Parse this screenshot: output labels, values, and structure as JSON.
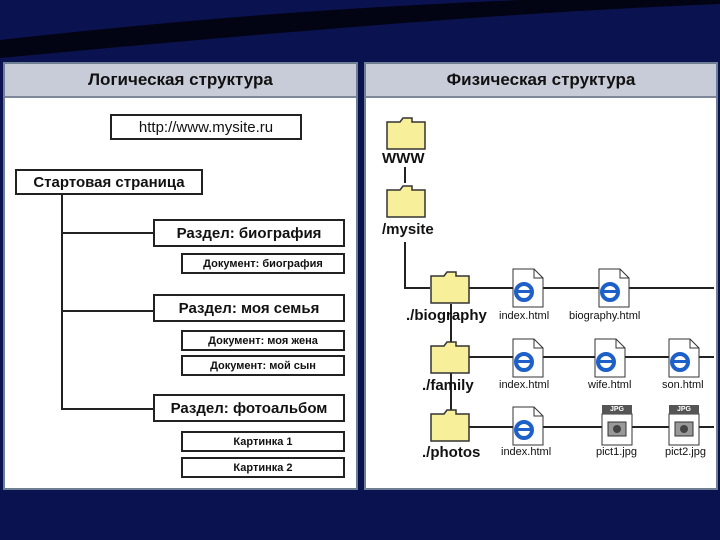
{
  "logical": {
    "title": "Логическая структура",
    "url": "http://www.mysite.ru",
    "start_page": "Стартовая страница",
    "sections": [
      {
        "label": "Раздел: биография",
        "docs": [
          "Документ: биография"
        ]
      },
      {
        "label": "Раздел: моя семья",
        "docs": [
          "Документ: моя жена",
          "Документ: мой сын"
        ]
      },
      {
        "label": "Раздел: фотоальбом",
        "docs": [
          "Картинка 1",
          "Картинка 2"
        ]
      }
    ]
  },
  "physical": {
    "title": "Физическая структура",
    "folders": [
      "WWW",
      "/mysite",
      "./biography",
      "./family",
      "./photos"
    ],
    "files": {
      "biography": [
        "index.html",
        "biography.html"
      ],
      "family": [
        "index.html",
        "wife.html",
        "son.html"
      ],
      "photos": [
        "index.html",
        "pict1.jpg",
        "pict2.jpg"
      ]
    },
    "jpg_badge": "JPG"
  },
  "colors": {
    "background": "#0b1250",
    "panel_header": "#c7ccd8",
    "folder": "#f7ef9a",
    "ie_blue": "#1f5fc8"
  }
}
